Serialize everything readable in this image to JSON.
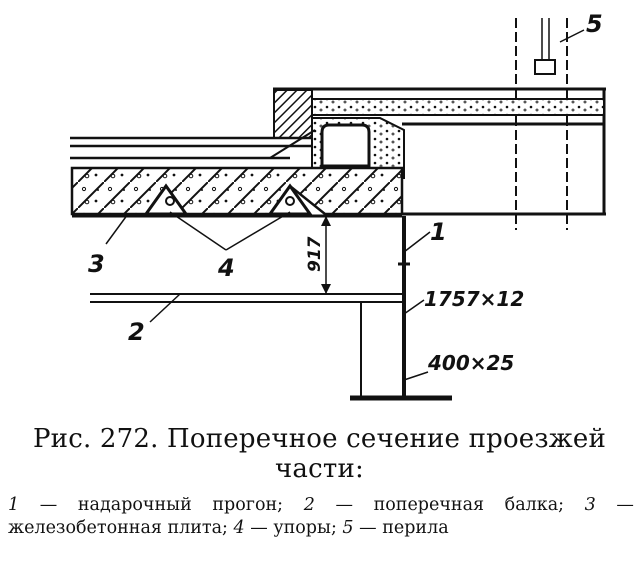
{
  "figure": {
    "labels": {
      "n1": "1",
      "n2": "2",
      "n3": "3",
      "n4": "4",
      "n5": "5",
      "dim_vertical": "917",
      "dim_stringer": "1757×12",
      "dim_flange": "400×25"
    }
  },
  "caption": {
    "title_line1": "Рис. 272. Поперечное сечение проезжей",
    "title_line2": "части:"
  },
  "legend": {
    "items": [
      {
        "num": "1",
        "text": "надарочный прогон;"
      },
      {
        "num": "2",
        "text": "поперечная балка;"
      },
      {
        "num": "3",
        "text": "железобетонная плита;"
      },
      {
        "num": "4",
        "text": "упоры;"
      },
      {
        "num": "5",
        "text": "перила"
      }
    ]
  }
}
